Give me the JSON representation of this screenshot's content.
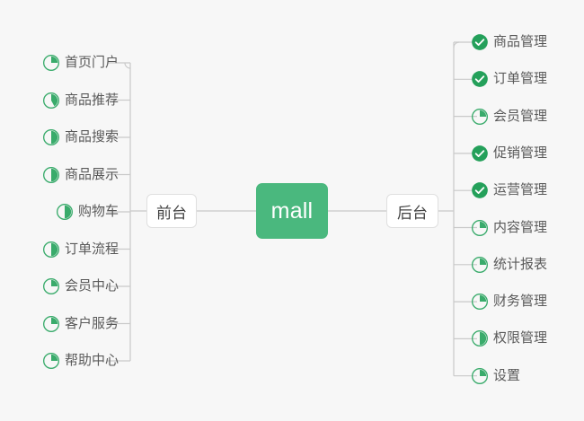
{
  "theme": {
    "background": "#f7f7f7",
    "accent_green": "#4ab87e",
    "icon_green": "#39ab6b",
    "text_color": "#5a5a5a",
    "connector_color": "#c9c9c9",
    "node_border": "#dfdfdf"
  },
  "center": {
    "label": "mall"
  },
  "branches": [
    {
      "side": "left",
      "name": "frontend",
      "label": "前台",
      "items": [
        {
          "label": "首页门户",
          "icon": "pie-progress-icon",
          "progress": 25,
          "status": "in-progress"
        },
        {
          "label": "商品推荐",
          "icon": "pie-progress-icon",
          "progress": 42,
          "status": "in-progress"
        },
        {
          "label": "商品搜索",
          "icon": "pie-progress-icon",
          "progress": 50,
          "status": "in-progress"
        },
        {
          "label": "商品展示",
          "icon": "pie-progress-icon",
          "progress": 50,
          "status": "in-progress"
        },
        {
          "label": "购物车",
          "icon": "pie-progress-icon",
          "progress": 50,
          "status": "in-progress"
        },
        {
          "label": "订单流程",
          "icon": "pie-progress-icon",
          "progress": 50,
          "status": "in-progress"
        },
        {
          "label": "会员中心",
          "icon": "pie-progress-icon",
          "progress": 25,
          "status": "in-progress"
        },
        {
          "label": "客户服务",
          "icon": "pie-progress-icon",
          "progress": 25,
          "status": "in-progress"
        },
        {
          "label": "帮助中心",
          "icon": "pie-progress-icon",
          "progress": 25,
          "status": "in-progress"
        }
      ]
    },
    {
      "side": "right",
      "name": "backend",
      "label": "后台",
      "items": [
        {
          "label": "商品管理",
          "icon": "check-circle-icon",
          "progress": 100,
          "status": "done"
        },
        {
          "label": "订单管理",
          "icon": "check-circle-icon",
          "progress": 100,
          "status": "done"
        },
        {
          "label": "会员管理",
          "icon": "pie-progress-icon",
          "progress": 25,
          "status": "in-progress"
        },
        {
          "label": "促销管理",
          "icon": "check-circle-icon",
          "progress": 100,
          "status": "done"
        },
        {
          "label": "运营管理",
          "icon": "check-circle-icon",
          "progress": 100,
          "status": "done"
        },
        {
          "label": "内容管理",
          "icon": "pie-progress-icon",
          "progress": 25,
          "status": "in-progress"
        },
        {
          "label": "统计报表",
          "icon": "pie-progress-icon",
          "progress": 25,
          "status": "in-progress"
        },
        {
          "label": "财务管理",
          "icon": "pie-progress-icon",
          "progress": 25,
          "status": "in-progress"
        },
        {
          "label": "权限管理",
          "icon": "pie-progress-icon",
          "progress": 50,
          "status": "in-progress"
        },
        {
          "label": "设置",
          "icon": "pie-progress-icon",
          "progress": 25,
          "status": "in-progress"
        }
      ]
    }
  ]
}
